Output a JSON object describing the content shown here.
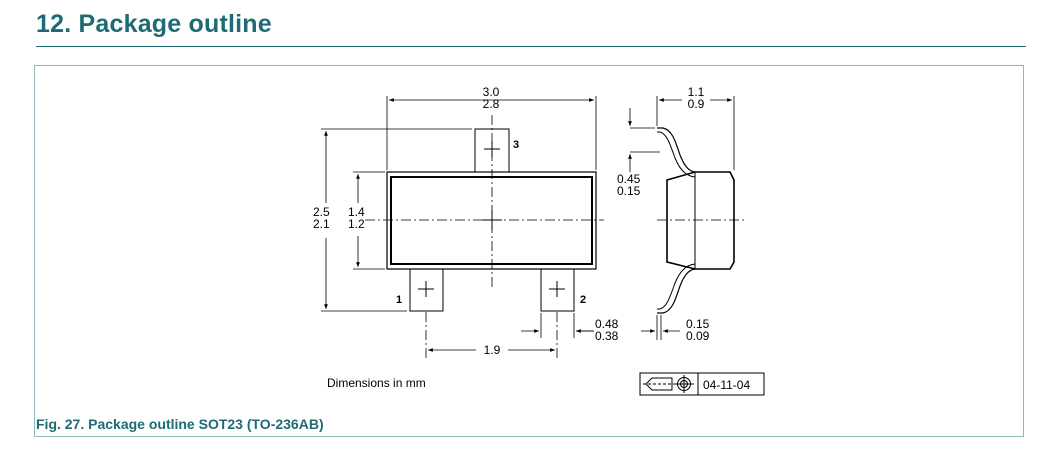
{
  "section": {
    "number": "12.",
    "title": "Package outline"
  },
  "drawing": {
    "top_width": {
      "max": "3.0",
      "min": "2.8"
    },
    "total_height": {
      "max": "2.5",
      "min": "2.1"
    },
    "body_height": {
      "max": "1.4",
      "min": "1.2"
    },
    "pin_pitch": "1.9",
    "lead_width": {
      "max": "0.48",
      "min": "0.38"
    },
    "side_width": {
      "max": "1.1",
      "min": "0.9"
    },
    "lead_length": {
      "max": "0.45",
      "min": "0.15"
    },
    "lead_thickness": {
      "max": "0.15",
      "min": "0.09"
    },
    "pins": {
      "p1": "1",
      "p2": "2",
      "p3": "3"
    },
    "dimensions_note": "Dimensions in mm",
    "issue_date": "04-11-04"
  },
  "caption": "Fig. 27.  Package outline SOT23 (TO-236AB)"
}
